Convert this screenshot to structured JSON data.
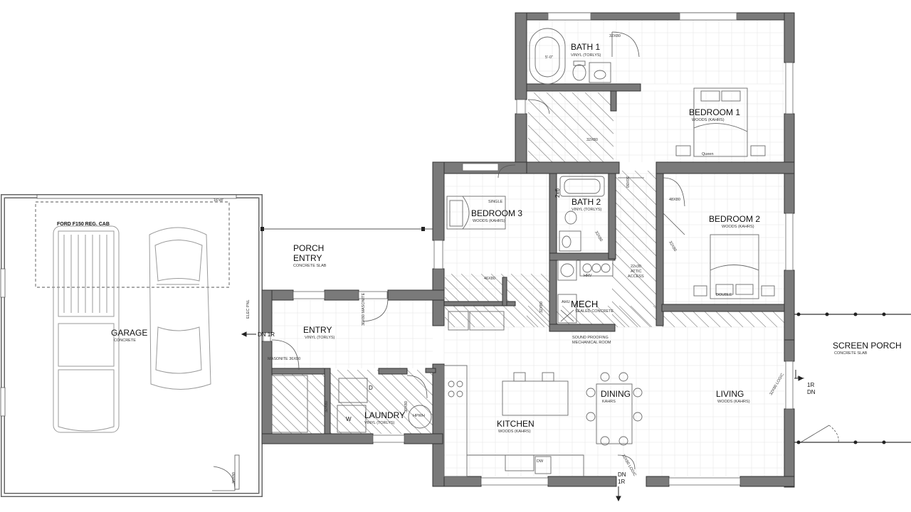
{
  "rooms": {
    "bath1": {
      "name": "BATH 1",
      "floor": "VINYL (TORLYS)"
    },
    "bedroom1": {
      "name": "BEDROOM 1",
      "floor": "WOODS (KAHRS)"
    },
    "bedroom3": {
      "name": "BEDROOM 3",
      "floor": "WOODS (KAHRS)"
    },
    "bath2": {
      "name": "BATH 2",
      "floor": "VINYL (TORLYS)"
    },
    "bedroom2": {
      "name": "BEDROOM 2",
      "floor": "WOODS (KAHRS)"
    },
    "porch_entry": {
      "name_line1": "PORCH",
      "name_line2": "ENTRY",
      "floor": "CONCRETE SLAB"
    },
    "mech": {
      "name": "MECH",
      "floor": "SEALED CONCRETE"
    },
    "garage": {
      "name": "GARAGE",
      "floor": "CONCRETE"
    },
    "entry": {
      "name": "ENTRY",
      "floor": "VINYL (TORLYS)"
    },
    "screen_porch": {
      "name": "SCREEN PORCH",
      "floor": "CONCRETE SLAB"
    },
    "dining": {
      "name": "DINING",
      "floor": "KAHRS"
    },
    "living": {
      "name": "LIVING",
      "floor": "WOODS (KAHRS)"
    },
    "laundry": {
      "name": "LAUNDRY",
      "floor": "VINYL (TORLYS)"
    },
    "kitchen": {
      "name": "KITCHEN",
      "floor": "WOODS (KAHRS)"
    }
  },
  "labels": {
    "ford": "FORD F150 REG. CAB",
    "garage_door": "16'x8'",
    "attic": "22x30",
    "attic_access": "ATTIC",
    "attic_access2": "ACCESS",
    "soundproof1": "SOUND PROOFING",
    "soundproof2": "MECHANICAL ROOM",
    "dn_1r_entry": "DN 1R",
    "dn_living1": "1R",
    "dn_living2": "DN",
    "dn_kitchen1": "DN",
    "dn_kitchen2": "1R",
    "twobysix": "2x6",
    "masonite": "MASONITE 36X80",
    "masonite_v": "30X80 MASONITE",
    "door_32x80_bath1": "32X80",
    "door_32x80_b1": "32X80",
    "closet_46x80": "46X80",
    "closet_48x80": "48X80",
    "door_36x80_garage": "36X80",
    "door_32x80_laundry": "32X80",
    "door_30x80_laundry": "30X80",
    "door_32x80_mech": "32X80",
    "door_30x80_b2": "30X80",
    "door_32x80_bed2": "32X80",
    "door_32x80_hall": "32X80",
    "living_door": "32X80 LOGIC",
    "kitchen_door": "32X80 LOGIC",
    "elec": "ELEC PNL",
    "hpwh": "HPWH",
    "ahu": "AHU",
    "hrv": "HRV",
    "dw": "DW",
    "washer": "W",
    "dryer": "D",
    "bed_queen": "Queen",
    "bed_double": "DOUBLE",
    "bed_single": "SINGLE",
    "tub_dim": "5'-0\""
  }
}
